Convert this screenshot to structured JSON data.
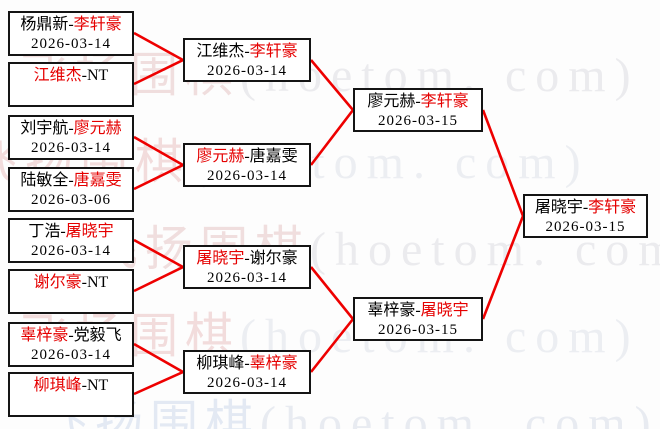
{
  "ui": {
    "dash": "-"
  },
  "colors": {
    "line": "#ee0000",
    "winner_text": "#e50000",
    "loser_text": "#000000",
    "box_border": "#141414"
  },
  "watermark": {
    "cjk": "飞扬围棋",
    "latin": "(hoetom. com)"
  },
  "bracket": {
    "round1": [
      {
        "p1": "杨鼎新",
        "p1c": "blk",
        "p2": "李轩豪",
        "p2c": "red",
        "date": "2026-03-14"
      },
      {
        "p1": "江维杰",
        "p1c": "red",
        "p2": "NT",
        "p2c": "blk",
        "date": ""
      },
      {
        "p1": "刘宇航",
        "p1c": "blk",
        "p2": "廖元赫",
        "p2c": "red",
        "date": "2026-03-14"
      },
      {
        "p1": "陆敏全",
        "p1c": "blk",
        "p2": "唐嘉雯",
        "p2c": "red",
        "date": "2026-03-06"
      },
      {
        "p1": "丁浩",
        "p1c": "blk",
        "p2": "屠晓宇",
        "p2c": "red",
        "date": "2026-03-14"
      },
      {
        "p1": "谢尔豪",
        "p1c": "red",
        "p2": "NT",
        "p2c": "blk",
        "date": ""
      },
      {
        "p1": "辜梓豪",
        "p1c": "red",
        "p2": "党毅飞",
        "p2c": "blk",
        "date": "2026-03-14"
      },
      {
        "p1": "柳琪峰",
        "p1c": "red",
        "p2": "NT",
        "p2c": "blk",
        "date": ""
      }
    ],
    "round2": [
      {
        "p1": "江维杰",
        "p1c": "blk",
        "p2": "李轩豪",
        "p2c": "red",
        "date": "2026-03-14"
      },
      {
        "p1": "廖元赫",
        "p1c": "red",
        "p2": "唐嘉雯",
        "p2c": "blk",
        "date": "2026-03-14"
      },
      {
        "p1": "屠晓宇",
        "p1c": "red",
        "p2": "谢尔豪",
        "p2c": "blk",
        "date": "2026-03-14"
      },
      {
        "p1": "柳琪峰",
        "p1c": "blk",
        "p2": "辜梓豪",
        "p2c": "red",
        "date": "2026-03-14"
      }
    ],
    "round3": [
      {
        "p1": "廖元赫",
        "p1c": "blk",
        "p2": "李轩豪",
        "p2c": "red",
        "date": "2026-03-15"
      },
      {
        "p1": "辜梓豪",
        "p1c": "blk",
        "p2": "屠晓宇",
        "p2c": "red",
        "date": "2026-03-15"
      }
    ],
    "final": [
      {
        "p1": "屠晓宇",
        "p1c": "blk",
        "p2": "李轩豪",
        "p2c": "red",
        "date": "2026-03-15"
      }
    ]
  }
}
